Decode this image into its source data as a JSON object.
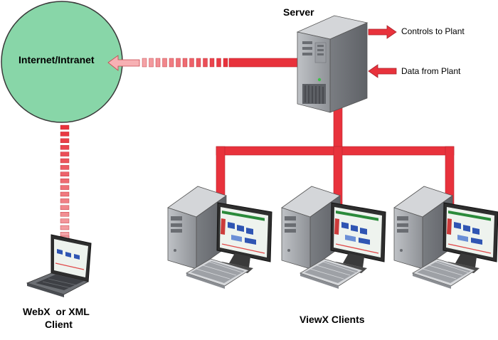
{
  "cloud": {
    "label": "Internet/Intranet",
    "fill": "#88d6a8"
  },
  "server": {
    "label": "Server"
  },
  "plant": {
    "controls_label": "Controls to Plant",
    "data_label": "Data from Plant"
  },
  "web_client": {
    "label_line1": "WebX  or XML",
    "label_line2": "Client"
  },
  "viewx": {
    "label": "ViewX Clients",
    "count": 3
  },
  "colors": {
    "link": "#e8323c",
    "dashed_link": "#e8323c",
    "dashed_link_light": "#f4a3a7",
    "arrow_light": "#f7b1b4",
    "case": "#a0a3a8",
    "case_dark": "#7c7f85",
    "monitor_frame": "#3c3c3c",
    "screen_bg": "#eef3ee"
  },
  "icons": [
    "server-icon",
    "workstation-icon",
    "laptop-icon",
    "globe-network-icon"
  ]
}
